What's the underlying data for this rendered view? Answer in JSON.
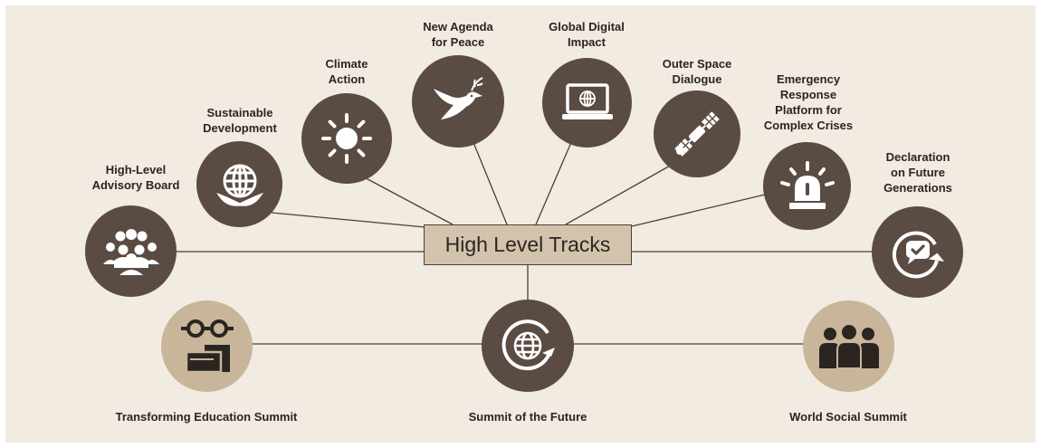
{
  "center_label": "High Level Tracks",
  "colors": {
    "background": "#f1ebe1",
    "node_dark": "#5a4b43",
    "node_light": "#c9b59a",
    "line": "#4b3f38",
    "text": "#2b2522"
  },
  "tracks": [
    {
      "lines": [
        "High-Level",
        "Advisory Board"
      ],
      "icon": "people-group-icon"
    },
    {
      "lines": [
        "Sustainable",
        "Development"
      ],
      "icon": "globe-leaves-icon"
    },
    {
      "lines": [
        "Climate",
        "Action"
      ],
      "icon": "sun-icon"
    },
    {
      "lines": [
        "New Agenda",
        "for Peace"
      ],
      "icon": "dove-icon"
    },
    {
      "lines": [
        "Global Digital",
        "Impact"
      ],
      "icon": "laptop-globe-icon"
    },
    {
      "lines": [
        "Outer Space",
        "Dialogue"
      ],
      "icon": "satellite-icon"
    },
    {
      "lines": [
        "Emergency",
        "Response",
        "Platform for",
        "Complex Crises"
      ],
      "icon": "alarm-light-icon"
    },
    {
      "lines": [
        "Declaration",
        "on Future",
        "Generations"
      ],
      "icon": "refresh-check-icon"
    }
  ],
  "summits": [
    {
      "label": "Transforming Education Summit",
      "icon": "glasses-books-icon"
    },
    {
      "label": "Summit of the Future",
      "icon": "globe-cycle-icon"
    },
    {
      "label": "World Social Summit",
      "icon": "three-people-icon"
    }
  ]
}
